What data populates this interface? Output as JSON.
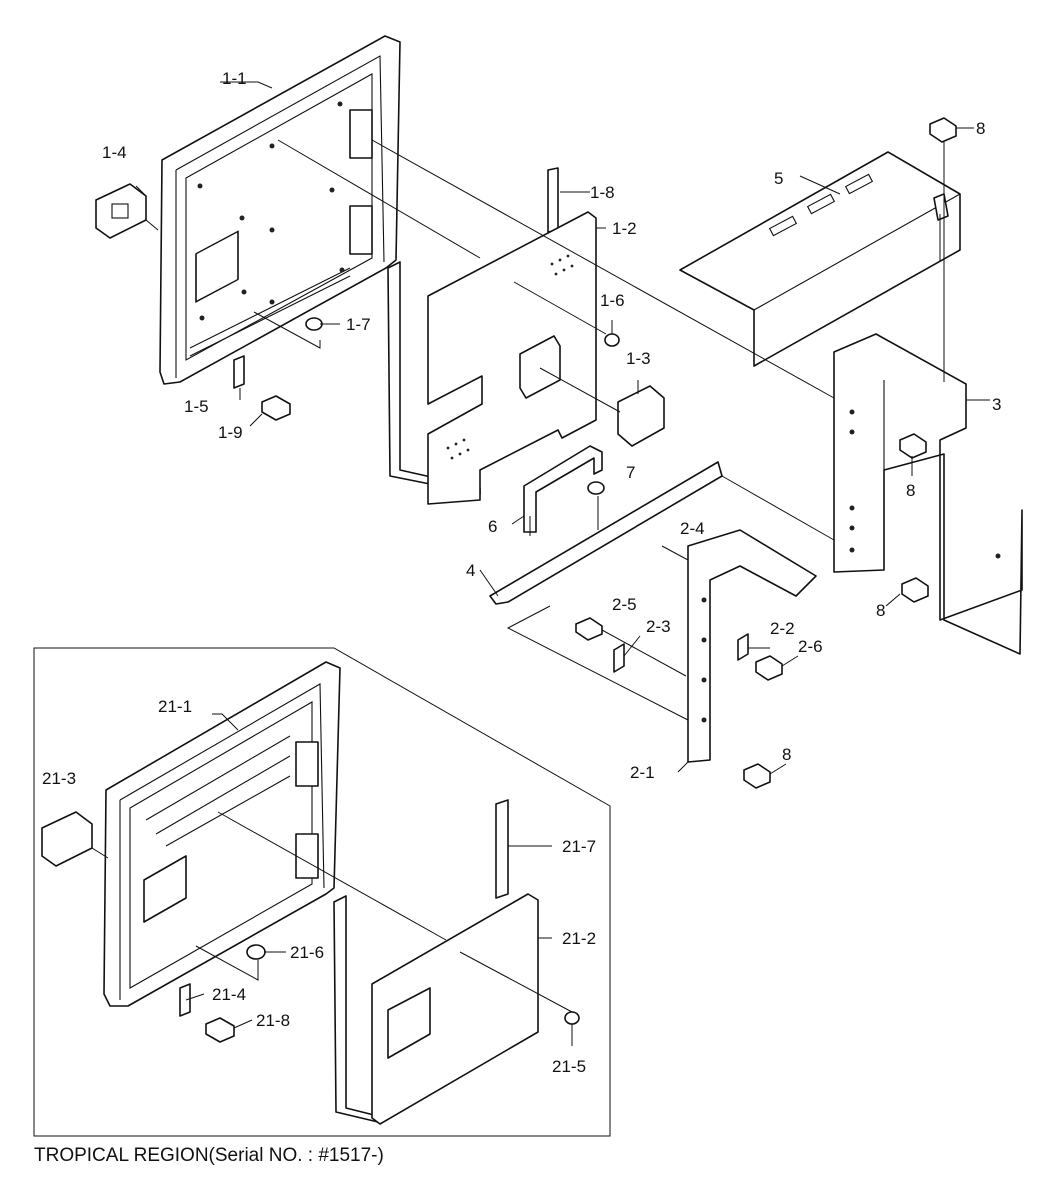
{
  "labels": {
    "p1_1": "1-1",
    "p1_2": "1-2",
    "p1_3": "1-3",
    "p1_4": "1-4",
    "p1_5": "1-5",
    "p1_6": "1-6",
    "p1_7": "1-7",
    "p1_8": "1-8",
    "p1_9": "1-9",
    "p2_1": "2-1",
    "p2_2": "2-2",
    "p2_3": "2-3",
    "p2_4": "2-4",
    "p2_5": "2-5",
    "p2_6": "2-6",
    "p3": "3",
    "p4": "4",
    "p5": "5",
    "p6": "6",
    "p7": "7",
    "p8a": "8",
    "p8b": "8",
    "p8c": "8",
    "p8d": "8",
    "p21_1": "21-1",
    "p21_2": "21-2",
    "p21_3": "21-3",
    "p21_4": "21-4",
    "p21_5": "21-5",
    "p21_6": "21-6",
    "p21_7": "21-7",
    "p21_8": "21-8"
  },
  "caption": "TROPICAL REGION(Serial NO. : #1517-)"
}
